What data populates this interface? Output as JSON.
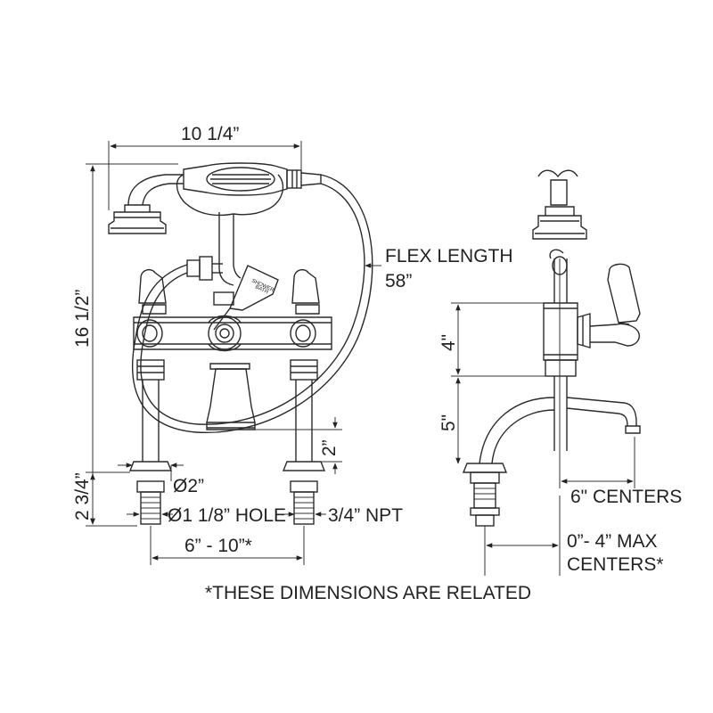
{
  "dimensions": {
    "overall_width": "10 1/4”",
    "overall_height": "16 1/2”",
    "base_height": "2 3/4”",
    "spout_height": "2”",
    "flange_diameter": "Ø2”",
    "hole": "Ø1 1/8” HOLE",
    "thread": "3/4” NPT",
    "centers_front": "6” - 10”*",
    "flex_length_label": "FLEX LENGTH",
    "flex_length_value": "58”",
    "side_4": "4\"",
    "side_5": "5\"",
    "side_centers": "6\" CENTERS",
    "max_centers_line1": "0”- 4” MAX",
    "max_centers_line2": "CENTERS*"
  },
  "diverter_label": {
    "line1": "SHOWER",
    "line2": "BATH"
  },
  "footnote": "*THESE DIMENSIONS ARE RELATED"
}
